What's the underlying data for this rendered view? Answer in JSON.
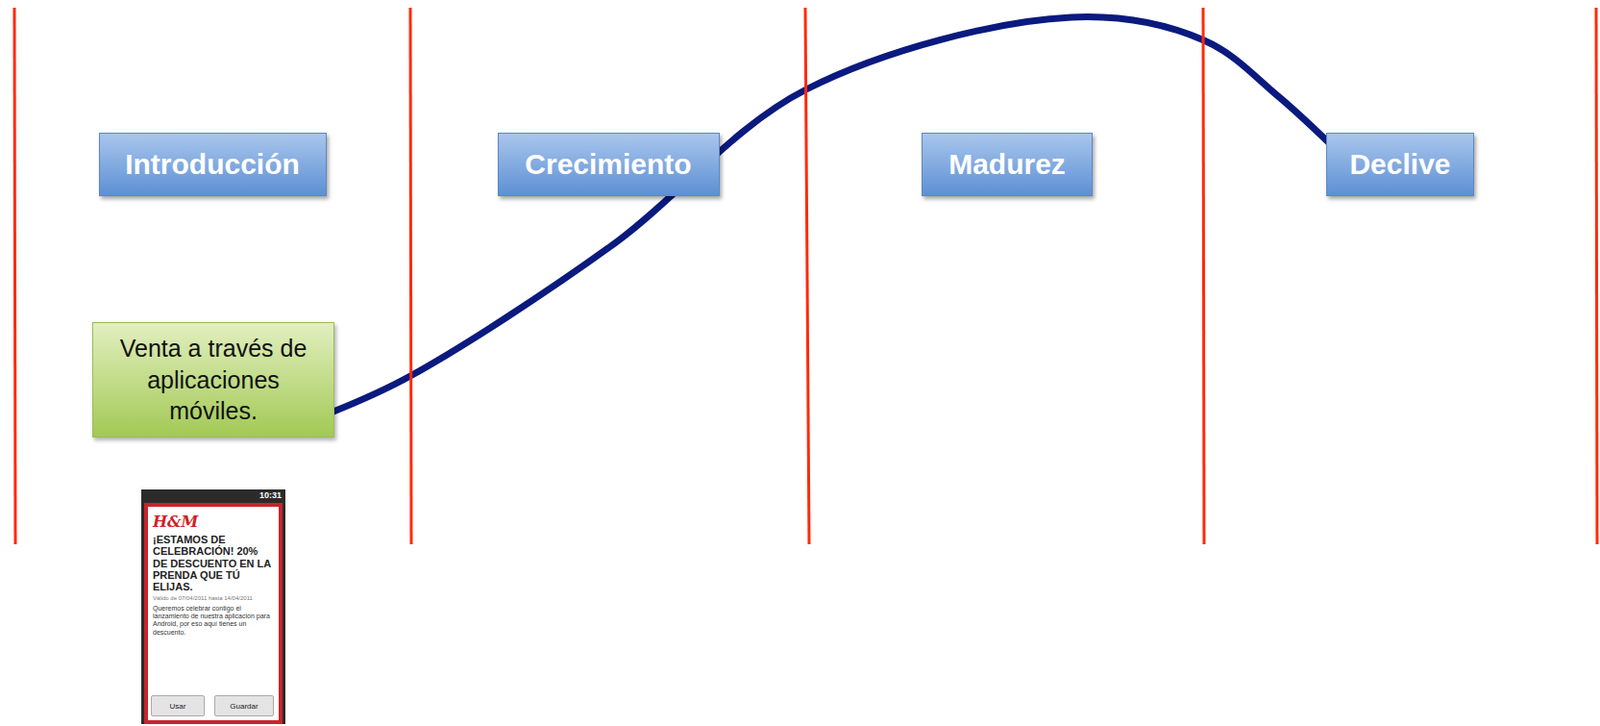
{
  "diagram": {
    "nodes": [
      {
        "text": [
          "Introducción"
        ]
      },
      {
        "text": [
          "Crecimiento"
        ]
      },
      {
        "text": [
          "Madurez"
        ]
      },
      {
        "text": [
          "Declive"
        ]
      },
      {
        "text": [
          "Venta a través de aplicaciones móviles."
        ]
      },
      {
        "text": [
          "10:31",
          "H&M",
          "¡ESTAMOS DE CELEBRACIÓN! 20% DE DESCUENTO EN LA PRENDA QUE TÚ ELIJAS.",
          "Válido de 07/04/2011 hasta 14/04/2011",
          "Queremos celebrar contigo el lanzamiento de nuestra aplicación para Android, por eso aquí tienes un descuento."
        ]
      },
      {
        "text": [
          "Usar"
        ],
        "in": 5
      },
      {
        "text": [
          "Guardar"
        ],
        "in": 5
      }
    ]
  }
}
